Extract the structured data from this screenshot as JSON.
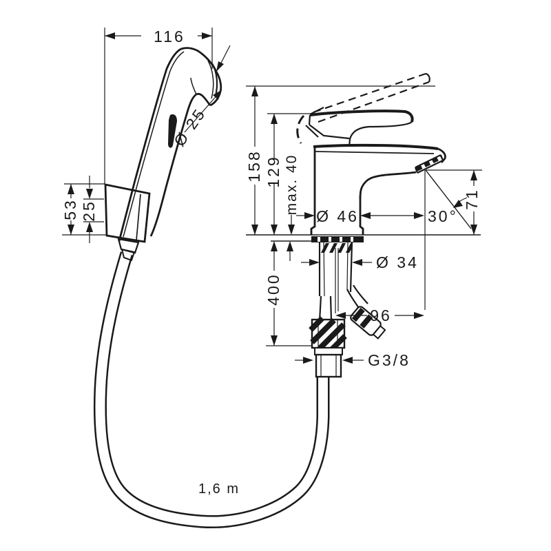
{
  "drawing": {
    "title": "faucet-with-handshower-dimension-drawing",
    "colors": {
      "line": "#1a1a1a",
      "background": "#ffffff"
    },
    "labels": {
      "handshower_width": "116",
      "handshower_head_diameter": "Ø 25",
      "holder_height": "53",
      "holder_offset": "25",
      "total_height": "158",
      "body_height": "129",
      "max_mounting_thickness": "max. 40",
      "base_diameter": "Ø 46",
      "spout_angle": "30°",
      "spout_height": "71",
      "tap_hole_diameter": "Ø 34",
      "connection_length": "400",
      "hose_offset": "96",
      "thread_size": "G3/8",
      "hose_length": "1,6 m"
    }
  }
}
